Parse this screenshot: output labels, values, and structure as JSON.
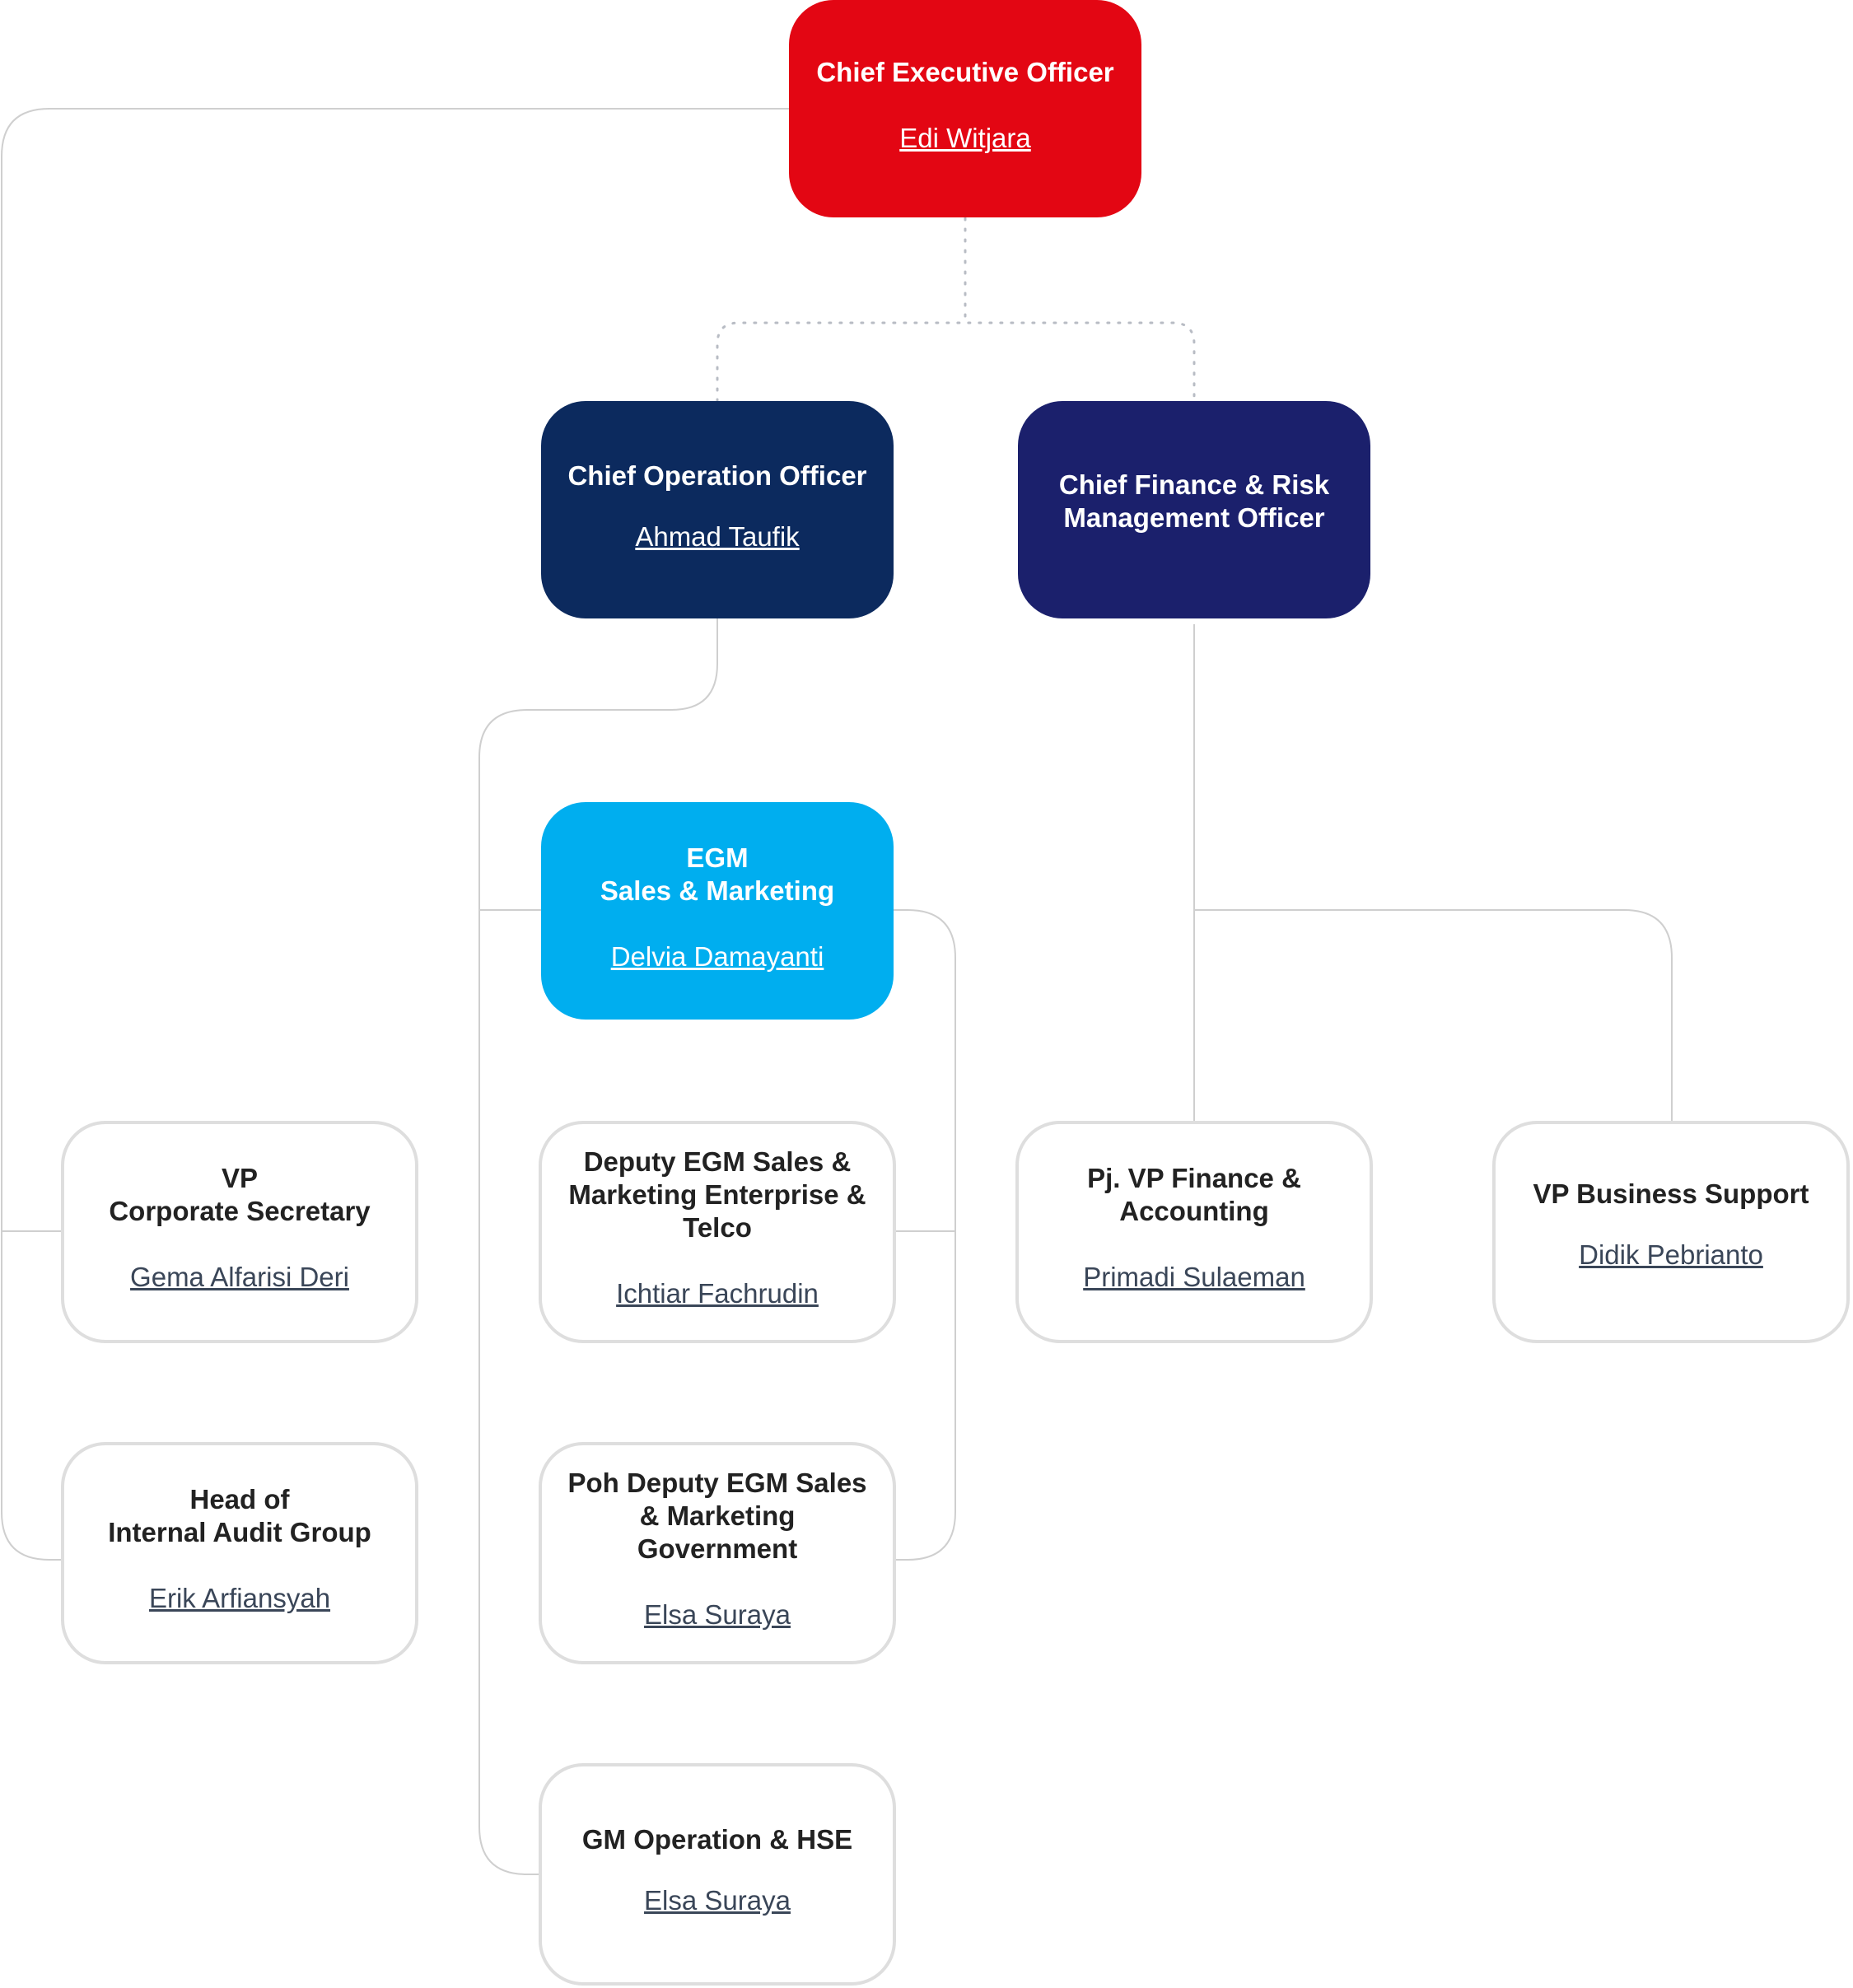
{
  "org": {
    "ceo": {
      "title": "Chief Executive Officer",
      "person": "Edi Witjara",
      "color": "#e30613"
    },
    "coo": {
      "title": "Chief Operation Officer",
      "person": "Ahmad Taufik",
      "color": "#0c2a5e"
    },
    "cfo": {
      "title": "Chief Finance & Risk\nManagement Officer",
      "color": "#1b206c"
    },
    "egm": {
      "title": "EGM\nSales & Marketing",
      "person": "Delvia Damayanti",
      "color": "#00aeef"
    },
    "vp_corsec": {
      "title": "VP\nCorporate Secretary",
      "person": "Gema Alfarisi Deri"
    },
    "head_audit": {
      "title": "Head of\nInternal Audit Group",
      "person": "Erik Arfiansyah"
    },
    "deputy_egm_enterprise": {
      "title": "Deputy EGM Sales &\nMarketing Enterprise &\nTelco",
      "person": "Ichtiar Fachrudin"
    },
    "poh_deputy_egm_gov": {
      "title": "Poh Deputy EGM Sales\n& Marketing\nGovernment",
      "person": "Elsa Suraya"
    },
    "gm_operation": {
      "title": "GM Operation & HSE",
      "person": "Elsa Suraya"
    },
    "vp_finance": {
      "title": "Pj. VP Finance &\nAccounting",
      "person": "Primadi Sulaeman"
    },
    "vp_business": {
      "title": "VP Business Support",
      "person": "Didik Pebrianto"
    }
  },
  "colors": {
    "connector": "#d0d0d0",
    "outline_border": "#dedede"
  }
}
